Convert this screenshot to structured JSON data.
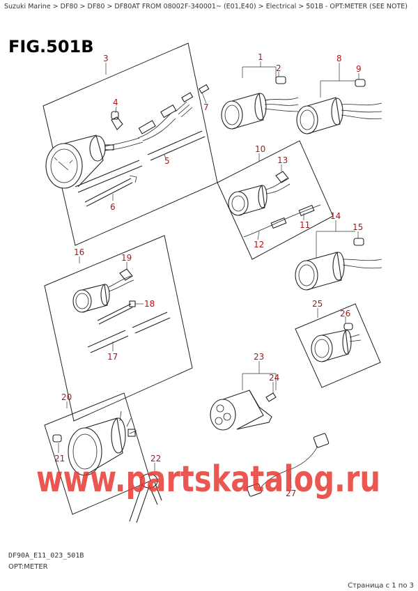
{
  "breadcrumb": "Suzuki Marine > DF80 > DF80 > DF80AT FROM 08002F-340001~ (E01,E40) > Electrical > 501B - OPT:METER (SEE NOTE)",
  "figure": {
    "title": "FIG.501B",
    "code": "DF90A_E11_023_501B",
    "name": "OPT:METER"
  },
  "callouts": {
    "c1": "1",
    "c2": "2",
    "c3": "3",
    "c4": "4",
    "c5": "5",
    "c6": "6",
    "c7": "7",
    "c8": "8",
    "c9": "9",
    "c10": "10",
    "c11": "11",
    "c12": "12",
    "c13": "13",
    "c14": "14",
    "c15": "15",
    "c16": "16",
    "c17": "17",
    "c18": "18",
    "c19": "19",
    "c20": "20",
    "c21": "21",
    "c22": "22",
    "c23": "23",
    "c24": "24",
    "c25": "25",
    "c26": "26",
    "c27": "27"
  },
  "watermark": "www.partskatalog.ru",
  "pager": "Страница с 1 по 3",
  "colors": {
    "callout": "#b01515",
    "watermark": "#e83a32",
    "line": "#222222"
  }
}
